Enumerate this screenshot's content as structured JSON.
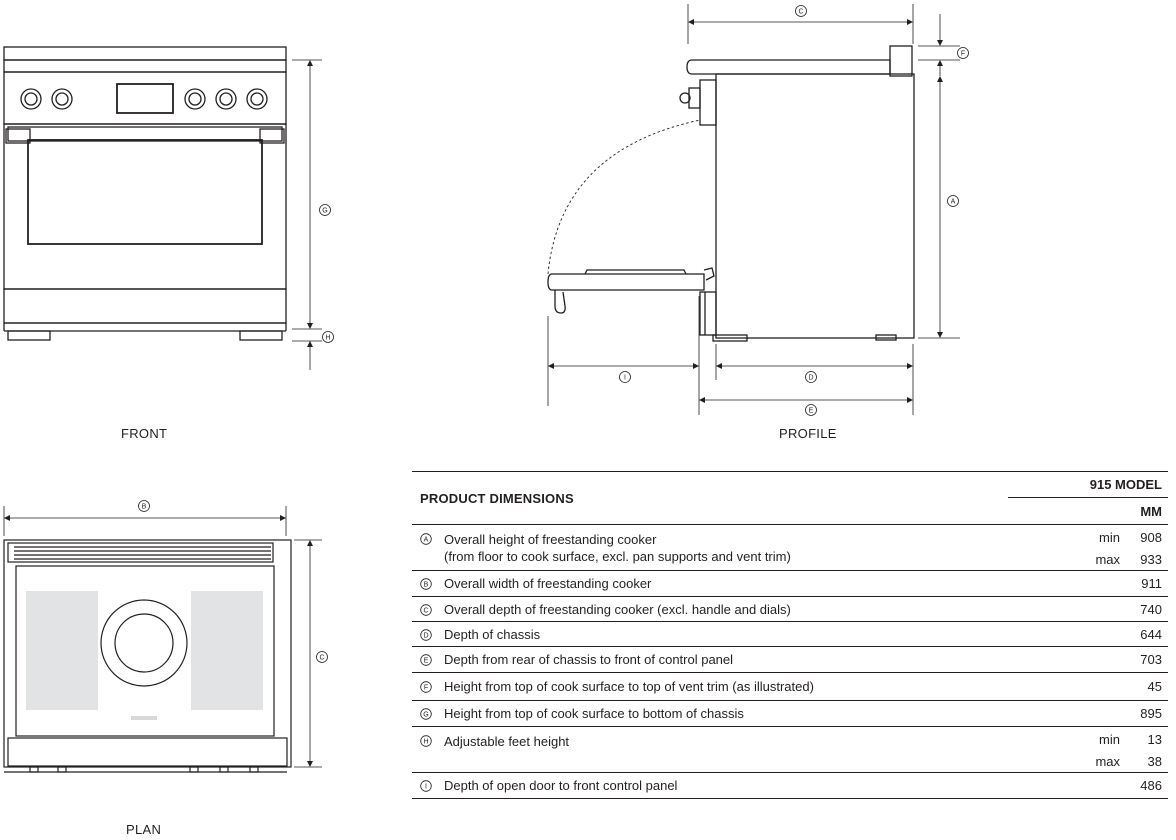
{
  "views": {
    "front": "FRONT",
    "profile": "PROFILE",
    "plan": "PLAN"
  },
  "markers": {
    "a": "A",
    "b": "B",
    "c": "C",
    "d": "D",
    "e": "E",
    "f": "F",
    "g": "G",
    "h": "H",
    "i": "I"
  },
  "table": {
    "title": "PRODUCT DIMENSIONS",
    "model": "915 MODEL",
    "unit": "MM",
    "rows": [
      {
        "marker": "A",
        "description": "Overall height of freestanding cooker",
        "note": "(from floor to cook surface, excl. pan supports and vent trim)",
        "min_label": "min",
        "min": "908",
        "max_label": "max",
        "max": "933"
      },
      {
        "marker": "B",
        "description": "Overall width of freestanding cooker",
        "value": "911"
      },
      {
        "marker": "C",
        "description": "Overall depth of freestanding cooker (excl. handle and dials)",
        "value": "740"
      },
      {
        "marker": "D",
        "description": "Depth of chassis",
        "value": "644"
      },
      {
        "marker": "E",
        "description": "Depth from rear of chassis to front of control panel",
        "value": "703"
      },
      {
        "marker": "F",
        "description": "Height from top of cook surface to top of vent trim (as illustrated)",
        "value": "45"
      },
      {
        "marker": "G",
        "description": "Height from top of cook surface to bottom of chassis",
        "value": "895"
      },
      {
        "marker": "H",
        "description": "Adjustable feet height",
        "min_label": "min",
        "min": "13",
        "max_label": "max",
        "max": "38"
      },
      {
        "marker": "I",
        "description": "Depth of open door to front control panel",
        "value": "486"
      }
    ]
  }
}
